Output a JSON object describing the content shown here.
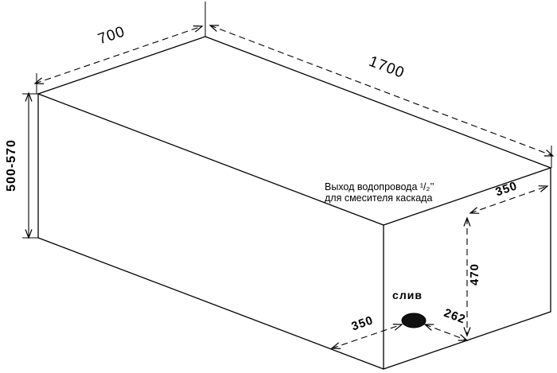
{
  "diagram": {
    "labels": {
      "width_mm": "700",
      "length_mm": "1700",
      "height_mm": "500-570",
      "outlet_width_offset_mm": "350",
      "outlet_height_mm": "470",
      "drain_side_offset_mm": "350",
      "drain_end_offset_mm": "262"
    },
    "annotations": {
      "outlet_note_line1": "Выход водопровода ¹/₂’’",
      "outlet_note_line2": "для смесителя каскада",
      "drain_label": "слив"
    },
    "colors": {
      "line": "#000000",
      "background": "#ffffff",
      "drain_fill": "#111111"
    }
  }
}
